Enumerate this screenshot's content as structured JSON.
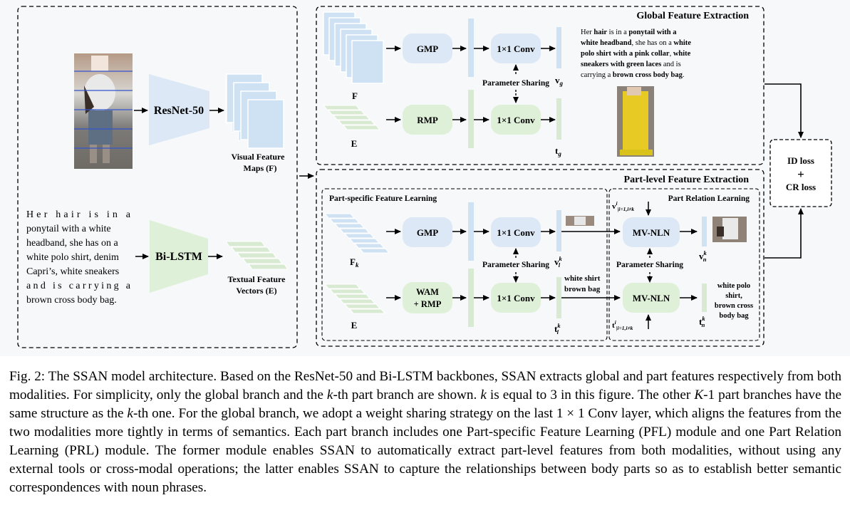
{
  "figure": {
    "resnet_label": "ResNet-50",
    "bilstm_label": "Bi-LSTM",
    "visual_maps_label": [
      "Visual Feature",
      "Maps (F)"
    ],
    "textual_vectors_label": [
      "Textual Feature",
      "Vectors (E)"
    ],
    "input_text_lines": [
      "Her  hair  is  in  a",
      "ponytail with a white",
      "headband, she has on a",
      "white polo shirt, denim",
      "Capri’s, white sneakers",
      "and    is    carrying    a",
      "brown cross body bag."
    ],
    "global_title": "Global Feature Extraction",
    "part_title": "Part-level Feature Extraction",
    "pfl_title": "Part-specific Feature Learning",
    "prl_title": "Part Relation Learning",
    "gmp_label": "GMP",
    "rmp_label": "RMP",
    "wam_rmp_label": [
      "WAM",
      "+ RMP"
    ],
    "conv_label": "1×1 Conv",
    "param_sharing_label": "Parameter Sharing",
    "mvnln_label": "MV-NLN",
    "F_label": "F",
    "E_label": "E",
    "Fk_label": "F",
    "Fk_sub": "k",
    "vg_label": "v",
    "vg_sub": "g",
    "tg_label": "t",
    "tg_sub": "g",
    "vlk_label": "v",
    "tlk_label": "t",
    "vnk_label": "v",
    "tnk_label": "t",
    "sub_l": "l",
    "sub_n": "n",
    "sup_k": "k",
    "vi_in_label": "v",
    "ti_in_label": "t",
    "in_sub": "l",
    "in_sup": "i",
    "in_range": "|i=1,i≠k",
    "in_range_sup": "K",
    "global_text_lines": [
      [
        {
          "t": "Her "
        },
        {
          "t": "hair",
          "b": true
        },
        {
          "t": " is in a "
        },
        {
          "t": "ponytail with a",
          "b": true
        }
      ],
      [
        {
          "t": "white headband",
          "b": true
        },
        {
          "t": ", she has on a "
        },
        {
          "t": "white",
          "b": true
        }
      ],
      [
        {
          "t": "polo shirt with a pink collar",
          "b": true
        },
        {
          "t": ", "
        },
        {
          "t": "white",
          "b": true
        }
      ],
      [
        {
          "t": "sneakers with green laces",
          "b": true
        },
        {
          "t": " and is"
        }
      ],
      [
        {
          "t": "carrying a "
        },
        {
          "t": "brown cross body bag",
          "b": true
        },
        {
          "t": "."
        }
      ]
    ],
    "phrase_mid": [
      "white  shirt",
      "brown bag"
    ],
    "phrase_right": [
      "white polo",
      "shirt,",
      "brown cross",
      "body bag"
    ],
    "id_loss": "ID loss",
    "plus": "+",
    "cr_loss": "CR loss",
    "colors": {
      "blue_box": "#dce8f5",
      "green_box": "#dff0d8",
      "blue_bar": "#cfe2f3",
      "green_bar": "#d9ead3",
      "yellow_overlay": "#f2d21c"
    }
  },
  "caption": {
    "parts": [
      {
        "t": "Fig. 2: The SSAN model architecture. Based on the ResNet-50 and Bi-LSTM backbones, SSAN extracts global and part features respectively from both modalities. For simplicity, only the global branch and the "
      },
      {
        "t": "k",
        "i": true
      },
      {
        "t": "-th part branch are shown. "
      },
      {
        "t": "k",
        "i": true
      },
      {
        "t": " is equal to 3 in this figure. The other "
      },
      {
        "t": "K",
        "i": true
      },
      {
        "t": "-1 part branches have the same structure as the "
      },
      {
        "t": "k",
        "i": true
      },
      {
        "t": "-th one. For the global branch, we adopt a weight sharing strategy on the last 1 × 1 Conv layer, which aligns the features from the two modalities more tightly in terms of semantics. Each part branch includes one Part-specific Feature Learning (PFL) module and one Part Relation Learning (PRL) module. The former module enables SSAN to automatically extract part-level features from both modalities, without using any external tools or cross-modal operations; the latter enables SSAN to capture the relationships between body parts so as to establish better semantic correspondences with noun phrases."
      }
    ]
  }
}
